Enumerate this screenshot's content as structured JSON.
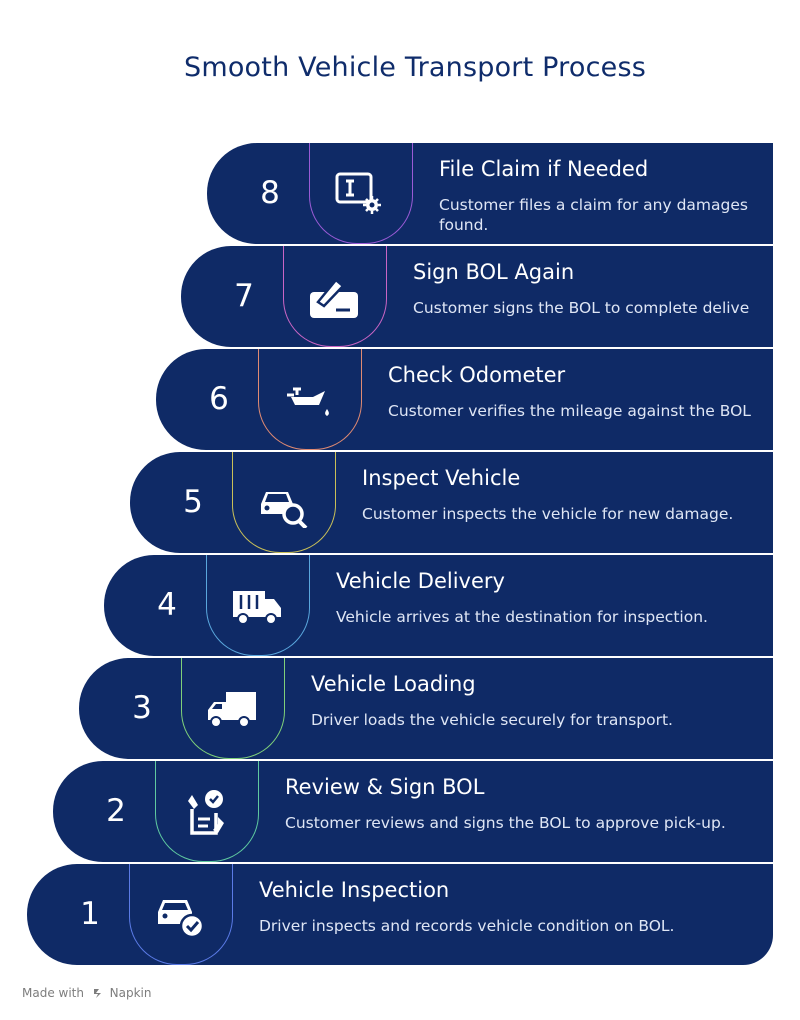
{
  "title": "Smooth Vehicle Transport Process",
  "steps": [
    {
      "number": "8",
      "title": "File Claim if Needed",
      "description": "Customer files a claim for any damages found.",
      "icon": "claim-form-gear-icon"
    },
    {
      "number": "7",
      "title": "Sign BOL Again",
      "description": "Customer signs the BOL to complete delive",
      "icon": "signature-pen-icon"
    },
    {
      "number": "6",
      "title": "Check Odometer",
      "description": "Customer verifies the mileage against the BOL",
      "icon": "oil-can-icon"
    },
    {
      "number": "5",
      "title": "Inspect Vehicle",
      "description": "Customer inspects the vehicle for new damage.",
      "icon": "car-magnifier-icon"
    },
    {
      "number": "4",
      "title": "Vehicle Delivery",
      "description": "Vehicle arrives at the destination for inspection.",
      "icon": "delivery-truck-icon"
    },
    {
      "number": "3",
      "title": "Vehicle Loading",
      "description": "Driver loads the vehicle securely for transport.",
      "icon": "loading-truck-icon"
    },
    {
      "number": "2",
      "title": "Review & Sign BOL",
      "description": "Customer reviews and signs the BOL to approve pick-up.",
      "icon": "document-check-icon"
    },
    {
      "number": "1",
      "title": "Vehicle Inspection",
      "description": "Driver inspects and records vehicle condition on BOL.",
      "icon": "car-check-icon"
    }
  ],
  "colors": {
    "band": "#0f2a66",
    "title": "#0f2c6b",
    "pill_outlines": [
      "#9a5bd6",
      "#c965c4",
      "#e08a72",
      "#c9c058",
      "#5aa7dd",
      "#7fd07a",
      "#5fc9a0",
      "#5b7be6"
    ]
  },
  "footer": {
    "prefix": "Made with",
    "brand": "Napkin"
  }
}
